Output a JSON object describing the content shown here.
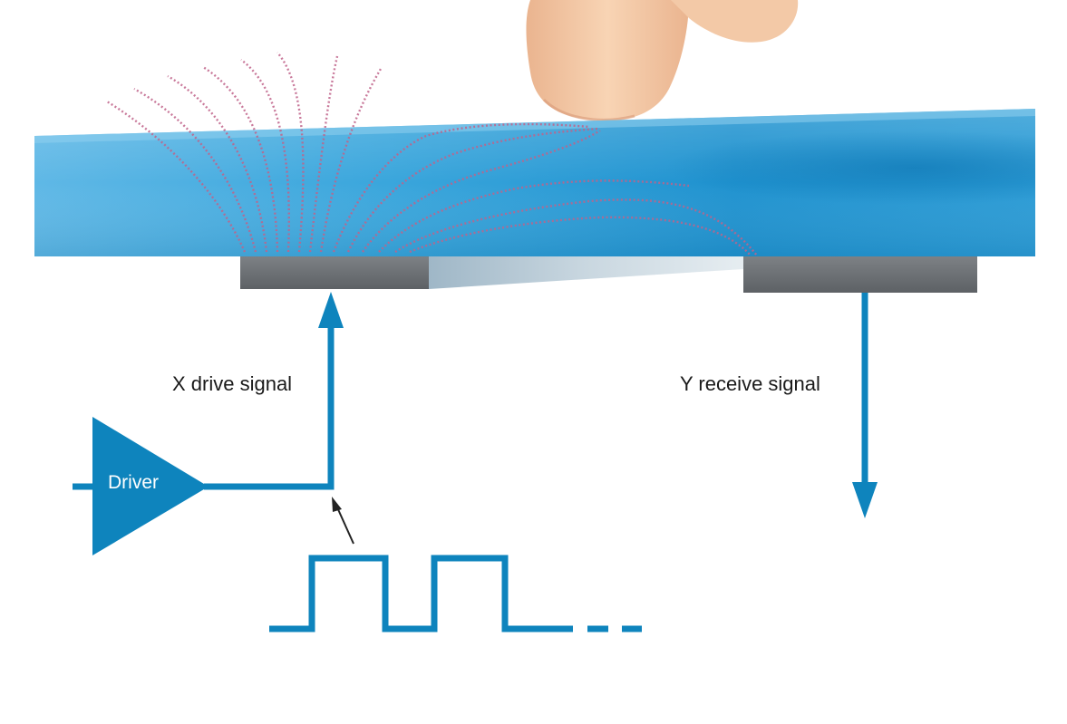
{
  "labels": {
    "x_drive": "X drive signal",
    "y_receive": "Y receive signal",
    "driver": "Driver"
  },
  "colors": {
    "signal_blue": "#0e84bd",
    "glass_blue": "#2d9fd6",
    "glass_dark": "#1583c0",
    "electrode_gray": "#6b6f73",
    "field_line": "#c0638a",
    "finger_skin": "#f2c8a4",
    "label_text": "#1a1a1a"
  },
  "icons": {
    "finger": "finger-touch-illustration",
    "driver": "amplifier-triangle"
  }
}
